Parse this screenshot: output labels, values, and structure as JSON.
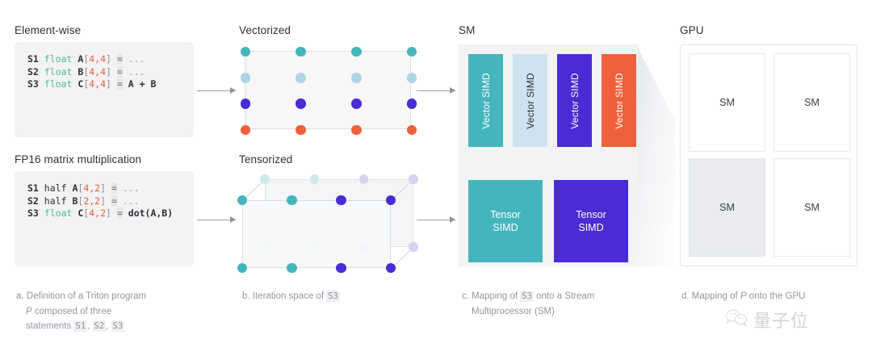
{
  "headings": {
    "elementwise": "Element-wise",
    "vectorized": "Vectorized",
    "sm": "SM",
    "gpu": "GPU",
    "fp16": "FP16 matrix multiplication",
    "tensorized": "Tensorized"
  },
  "code_elementwise": {
    "lines": [
      {
        "stmt": "S1",
        "type": "float",
        "type_kind": "kw",
        "var": "A",
        "shape": "4,4",
        "op": "=",
        "rhs": "...",
        "rhs_kind": "dots"
      },
      {
        "stmt": "S2",
        "type": "float",
        "type_kind": "kw",
        "var": "B",
        "shape": "4,4",
        "op": "=",
        "rhs": "...",
        "rhs_kind": "dots"
      },
      {
        "stmt": "S3",
        "type": "float",
        "type_kind": "kw",
        "var": "C",
        "shape": "4,4",
        "op": "=",
        "rhs": "A + B",
        "rhs_kind": "expr"
      }
    ]
  },
  "code_fp16": {
    "lines": [
      {
        "stmt": "S1",
        "type": "half",
        "type_kind": "plain",
        "var": "A",
        "shape": "4,2",
        "op": "=",
        "rhs": "...",
        "rhs_kind": "dots"
      },
      {
        "stmt": "S2",
        "type": "half",
        "type_kind": "plain",
        "var": "B",
        "shape": "2,2",
        "op": "=",
        "rhs": "...",
        "rhs_kind": "dots"
      },
      {
        "stmt": "S3",
        "type": "float",
        "type_kind": "kw",
        "var": "C",
        "shape": "4,2",
        "op": "=",
        "rhs": "dot(A,B)",
        "rhs_kind": "expr"
      }
    ]
  },
  "colors": {
    "teal": "#45b5bd",
    "lightblue": "#aed4e8",
    "purple": "#4a2bd4",
    "orange": "#f0603a",
    "teal_faded": "#cfe9ea",
    "purple_faded": "#d9d2f2",
    "panel_bg": "#f3f3f3",
    "grid_bg": "#f7f7f7",
    "code_green": "#4bbf8e"
  },
  "grid": {
    "rows": 4,
    "cols": 4,
    "row_colors": [
      "#45b5bd",
      "#aed4e8",
      "#4a2bd4",
      "#f0603a"
    ]
  },
  "cube": {
    "front_row_colors": [
      "#45b5bd",
      "#45b5bd",
      "#4a2bd4",
      "#4a2bd4"
    ],
    "back_row_colors": [
      "#cfe9ea",
      "#cfe9ea",
      "#d9d2f2",
      "#d9d2f2"
    ],
    "cols": 4,
    "depth_layers": 2
  },
  "sm_panel": {
    "vector_units": [
      {
        "label": "Vector SIMD",
        "bg": "#45b5bd",
        "fg": "#ffffff"
      },
      {
        "label": "Vector SIMD",
        "bg": "#cfe2f0",
        "fg": "#2b2f36"
      },
      {
        "label": "Vector SIMD",
        "bg": "#4a2bd4",
        "fg": "#ffffff"
      },
      {
        "label": "Vector SIMD",
        "bg": "#f0603a",
        "fg": "#ffffff"
      }
    ],
    "tensor_units": [
      {
        "label": "Tensor\nSIMD",
        "bg": "#45b5bd",
        "fg": "#ffffff"
      },
      {
        "label": "Tensor\nSIMD",
        "bg": "#4a2bd4",
        "fg": "#ffffff"
      }
    ]
  },
  "gpu_panel": {
    "cells": [
      {
        "label": "SM",
        "highlighted": false
      },
      {
        "label": "SM",
        "highlighted": false
      },
      {
        "label": "SM",
        "highlighted": true
      },
      {
        "label": "SM",
        "highlighted": false
      }
    ]
  },
  "captions": {
    "a": {
      "index": "a.",
      "line1": "Definition of a Triton program",
      "line2_pre": "",
      "line2_ital": "P",
      "line2_post": " composed of three",
      "line3_pre": "statements ",
      "line3_mono": [
        "S1",
        "S2",
        "S3"
      ]
    },
    "b": {
      "index": "b.",
      "pre": "Iteration space of ",
      "mono": "S3",
      "post": ""
    },
    "c": {
      "index": "c.",
      "pre": "Mapping of ",
      "mono": "S3",
      "post": " onto a Stream",
      "line2": "Multiprocessor (SM)"
    },
    "d": {
      "index": "d.",
      "pre": "Mapping of ",
      "ital": "P",
      "post": " onto the GPU"
    }
  },
  "watermark": {
    "text": "量子位",
    "icon": "wechat-icon"
  }
}
